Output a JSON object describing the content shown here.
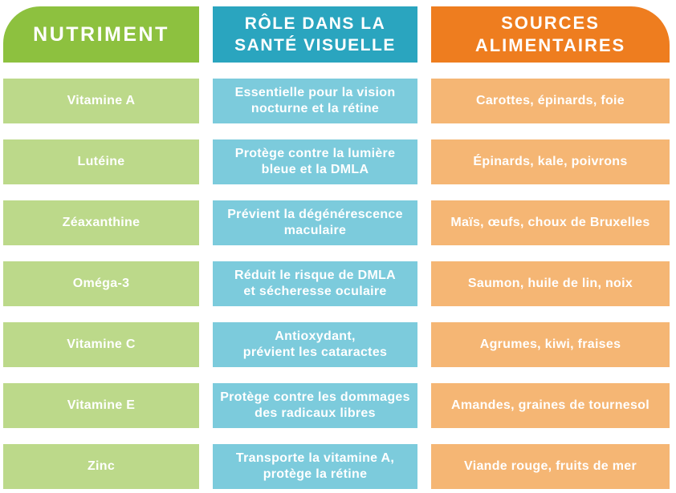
{
  "table": {
    "headers": [
      {
        "label": "NUTRIMENT"
      },
      {
        "label": "RÔLE DANS LA\nSANTÉ VISUELLE"
      },
      {
        "label": "SOURCES\nALIMENTAIRES"
      }
    ],
    "rows": [
      {
        "nutrient": "Vitamine A",
        "role": "Essentielle pour la vision\nnocturne et la rétine",
        "sources": "Carottes, épinards, foie"
      },
      {
        "nutrient": "Lutéine",
        "role": "Protège contre la lumière\nbleue et la DMLA",
        "sources": "Épinards, kale, poivrons"
      },
      {
        "nutrient": "Zéaxanthine",
        "role": "Prévient la dégénérescence\nmaculaire",
        "sources": "Maïs, œufs, choux de Bruxelles"
      },
      {
        "nutrient": "Oméga-3",
        "role": "Réduit le risque de DMLA\net sécheresse oculaire",
        "sources": "Saumon, huile de lin, noix"
      },
      {
        "nutrient": "Vitamine C",
        "role": "Antioxydant,\nprévient les cataractes",
        "sources": "Agrumes, kiwi, fraises"
      },
      {
        "nutrient": "Vitamine E",
        "role": "Protège contre les dommages\ndes radicaux libres",
        "sources": "Amandes, graines de tournesol"
      },
      {
        "nutrient": "Zinc",
        "role": "Transporte la vitamine A,\nprotège la rétine",
        "sources": "Viande rouge, fruits de mer"
      }
    ]
  },
  "colors": {
    "header_green": "#8DC13F",
    "cell_green": "#BCD98A",
    "header_teal": "#2AA5BF",
    "cell_blue": "#7CCBDC",
    "header_orange": "#EE7D1F",
    "cell_orange": "#F5B674",
    "text_white": "#FFFFFF",
    "page_bg": "#FFFFFF"
  },
  "chart_data": {
    "type": "table",
    "title": "",
    "columns": [
      "NUTRIMENT",
      "RÔLE DANS LA SANTÉ VISUELLE",
      "SOURCES ALIMENTAIRES"
    ],
    "rows": [
      [
        "Vitamine A",
        "Essentielle pour la vision nocturne et la rétine",
        "Carottes, épinards, foie"
      ],
      [
        "Lutéine",
        "Protège contre la lumière bleue et la DMLA",
        "Épinards, kale, poivrons"
      ],
      [
        "Zéaxanthine",
        "Prévient la dégénérescence maculaire",
        "Maïs, œufs, choux de Bruxelles"
      ],
      [
        "Oméga-3",
        "Réduit le risque de DMLA et sécheresse oculaire",
        "Saumon, huile de lin, noix"
      ],
      [
        "Vitamine C",
        "Antioxydant, prévient les cataractes",
        "Agrumes, kiwi, fraises"
      ],
      [
        "Vitamine E",
        "Protège contre les dommages des radicaux libres",
        "Amandes, graines de tournesol"
      ],
      [
        "Zinc",
        "Transporte la vitamine A, protège la rétine",
        "Viande rouge, fruits de mer"
      ]
    ],
    "layout": {
      "column_header_colors": [
        "#8DC13F",
        "#2AA5BF",
        "#EE7D1F"
      ],
      "column_cell_colors": [
        "#BCD98A",
        "#7CCBDC",
        "#F5B674"
      ],
      "grid": false,
      "text_color": "#FFFFFF"
    }
  }
}
